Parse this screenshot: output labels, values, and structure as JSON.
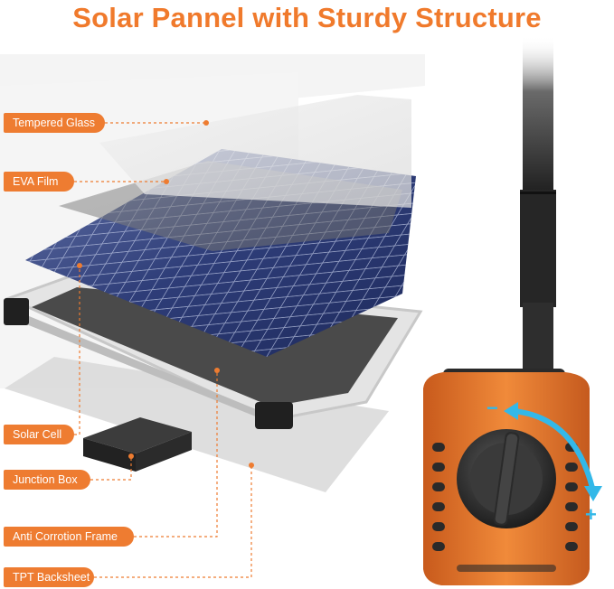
{
  "title": "Solar Pannel with Sturdy Structure",
  "labels": {
    "tempered_glass": "Tempered Glass",
    "eva_film": "EVA Film",
    "solar_cell": "Solar Cell",
    "junction_box": "Junction Box",
    "frame": "Anti Corrotion Frame",
    "backsheet": "TPT Backsheet"
  },
  "pump": {
    "minus": "−",
    "plus": "+"
  },
  "colors": {
    "accent": "#ee7c31",
    "pump_orange": "#e8782e",
    "arrow_blue": "#33b8e8",
    "cell_blue": "#2c3f7e"
  }
}
